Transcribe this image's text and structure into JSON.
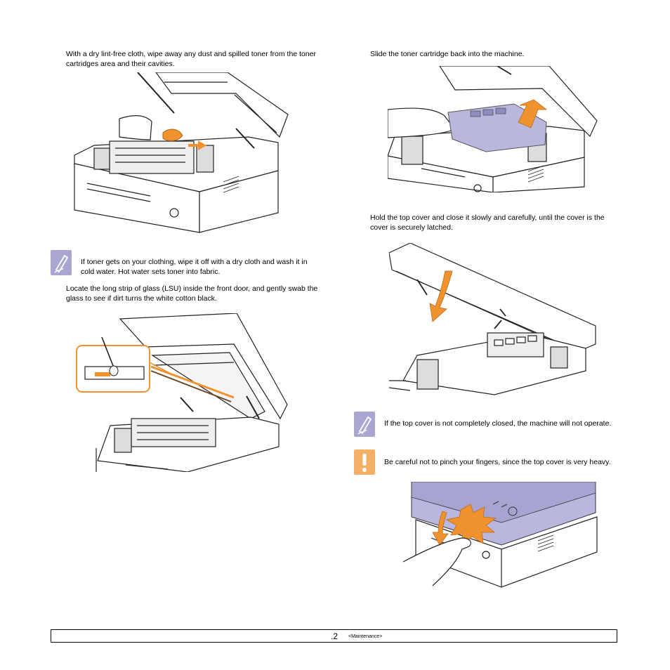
{
  "left_column": {
    "step_cloth": "With a dry lint-free cloth, wipe away any dust and spilled toner from the toner cartridges area and their cavities.",
    "note_icon": "note-pencil-icon",
    "note_toner": "If toner gets on your clothing, wipe it off with a dry cloth and wash it in cold water. Hot water sets toner into fabric.",
    "step_lsu": "Locate the long strip of glass (LSU) inside the front door, and gently swab the glass to see if dirt turns the white cotton black."
  },
  "right_column": {
    "step_slide": "Slide the toner cartridge back into the machine.",
    "step_close": "Hold the top cover and close it slowly and carefully, until the cover is the cover is securely latched.",
    "note_icon": "note-pencil-icon",
    "note_cover": "If the top cover is not completely closed, the machine will not operate.",
    "caution_icon": "caution-exclamation-icon",
    "caution_pinch": "Be careful not to pinch your fingers, since the top cover is very heavy."
  },
  "footer": {
    "page_number": ".2",
    "section": "<Maintenance>"
  },
  "colors": {
    "accent_orange": "#f0922e",
    "note_purple": "#a9a6d2",
    "cover_lavender": "#b9b7de",
    "caution_orange": "#f5b067"
  }
}
